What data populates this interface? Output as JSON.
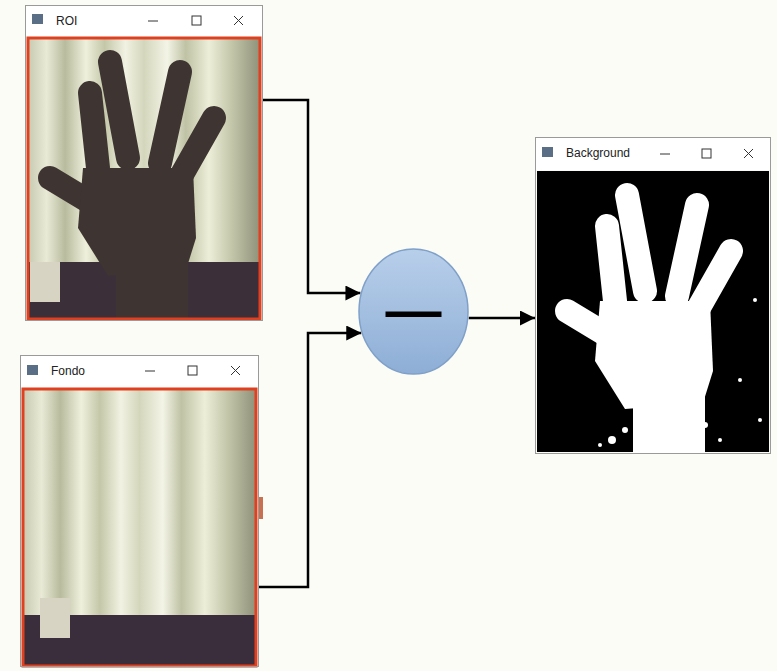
{
  "diagram": {
    "nodes": [
      {
        "text": [
          "ROI"
        ]
      },
      {
        "text": [
          "Fondo"
        ]
      },
      {
        "text": [
          "—"
        ]
      },
      {
        "text": [
          "Background"
        ]
      }
    ],
    "edges": [
      {
        "from": 0,
        "to": 2,
        "arrow": "to"
      },
      {
        "from": 1,
        "to": 2,
        "arrow": "to"
      },
      {
        "from": 2,
        "to": 3,
        "arrow": "to"
      }
    ]
  }
}
